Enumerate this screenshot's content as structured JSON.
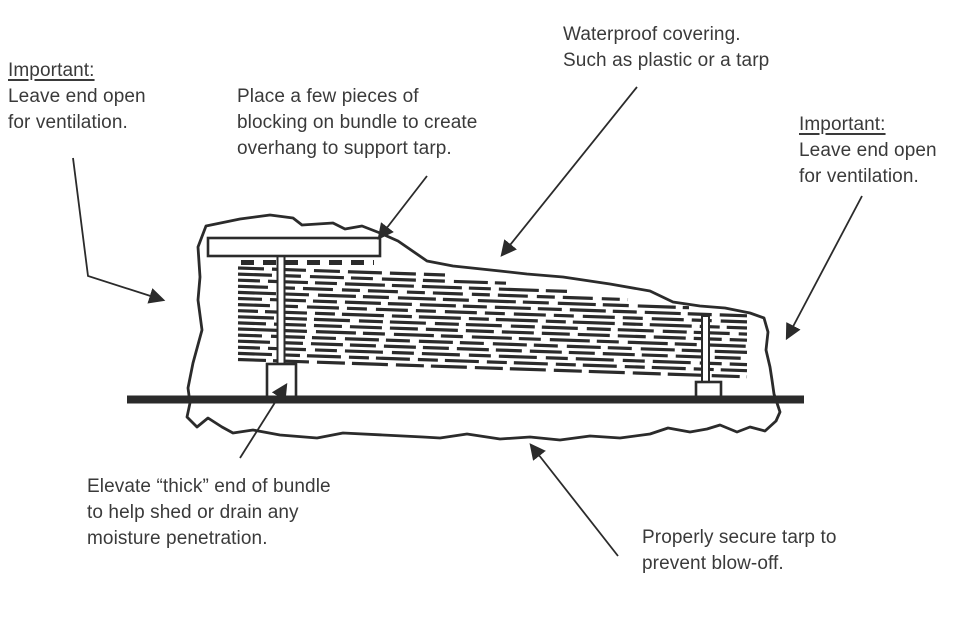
{
  "diagram": {
    "background_color": "#ffffff",
    "ink_color": "#2b2b2b",
    "text_color": "#3a3a3a",
    "subject": "lumber-bundle-tarp-storage-diagram",
    "annotations": {
      "important_left": {
        "heading": "Important:",
        "lines": [
          "Leave end open",
          "for ventilation."
        ]
      },
      "blocking": {
        "lines": [
          "Place a few pieces of",
          "blocking on bundle to create",
          "overhang to support tarp."
        ]
      },
      "waterproof": {
        "lines": [
          "Waterproof covering.",
          "Such as plastic or a tarp"
        ]
      },
      "important_right": {
        "heading": "Important:",
        "lines": [
          "Leave end open",
          "for ventilation."
        ]
      },
      "elevate": {
        "lines": [
          "Elevate “thick” end of bundle",
          "to help shed or drain any",
          "moisture penetration."
        ]
      },
      "secure": {
        "lines": [
          "Properly secure tarp to",
          "prevent blow-off."
        ]
      }
    }
  }
}
